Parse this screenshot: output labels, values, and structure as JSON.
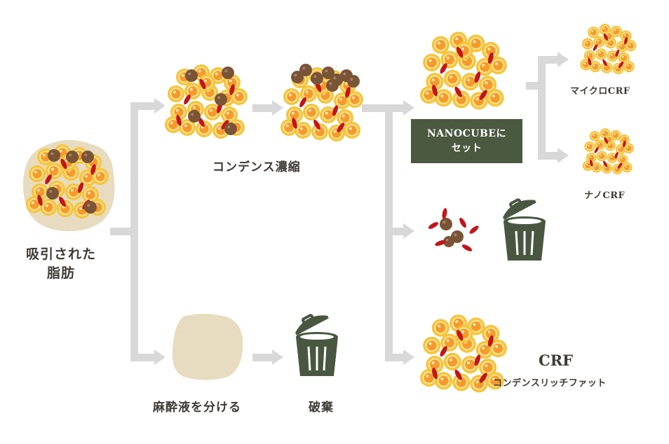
{
  "labels": {
    "aspirated_fat_line1": "吸引された",
    "aspirated_fat_line2": "脂肪",
    "condense": "コンデンス濃縮",
    "separate_anesthetic": "麻酔液を分ける",
    "discard": "破棄",
    "nanocube_line1": "NANOCUBEに",
    "nanocube_line2": "セット",
    "micro_crf": "マイクロCRF",
    "nano_crf": "ナノCRF",
    "crf_title": "CRF",
    "crf_subtitle": "コンデンスリッチファット"
  },
  "icons": {
    "fat_cluster": "fat-cluster-icon",
    "trash": "trash-can-icon",
    "liquid_blob": "anesthetic-liquid-icon"
  },
  "colors": {
    "fat_outer": "#f6c43a",
    "fat_mid": "#fbe08a",
    "fat_inner": "#f59a2b",
    "red_cell": "#c4141a",
    "brown_cell": "#7a5437",
    "arrow": "#d8d8d8",
    "trash": "#495741",
    "blob": "#e7dcbf",
    "text": "#3e3a36"
  }
}
